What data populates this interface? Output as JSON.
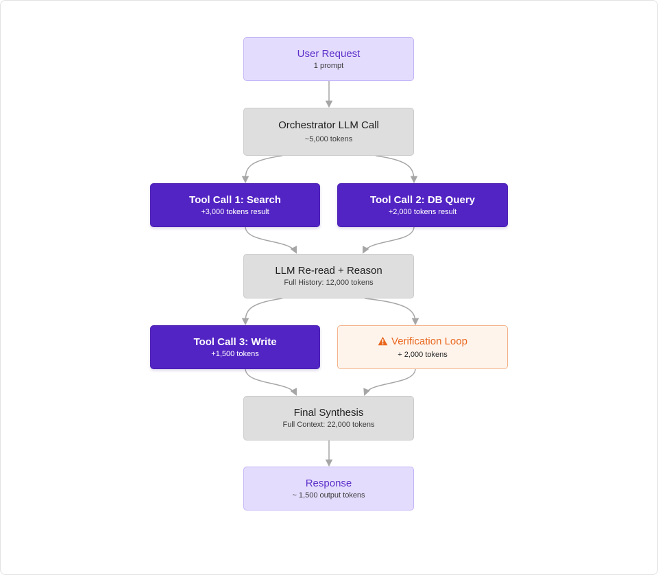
{
  "nodes": {
    "user_request": {
      "title": "User Request",
      "sub": "1 prompt"
    },
    "orchestrator": {
      "title": "Orchestrator LLM Call",
      "sub": "~5,000 tokens"
    },
    "tool1": {
      "title": "Tool Call 1: Search",
      "sub": "+3,000 tokens result"
    },
    "tool2": {
      "title": "Tool Call 2: DB Query",
      "sub": "+2,000 tokens result"
    },
    "reread": {
      "title": "LLM Re-read + Reason",
      "sub": "Full History: 12,000 tokens"
    },
    "tool3": {
      "title": "Tool Call 3: Write",
      "sub": "+1,500 tokens"
    },
    "verify": {
      "title": "Verification Loop",
      "sub": "+ 2,000 tokens",
      "icon": "warning-icon"
    },
    "final": {
      "title": "Final Synthesis",
      "sub": "Full Context: 22,000 tokens"
    },
    "response": {
      "title": "Response",
      "sub": "~ 1,500 output tokens"
    }
  },
  "colors": {
    "light_fill": "#e4dcfd",
    "light_text": "#5b2fc9",
    "gray_fill": "#dedede",
    "purple_fill": "#5324c4",
    "warn_fill": "#fff4ec",
    "warn_text": "#e8671d",
    "edge": "#a6a6a6"
  }
}
